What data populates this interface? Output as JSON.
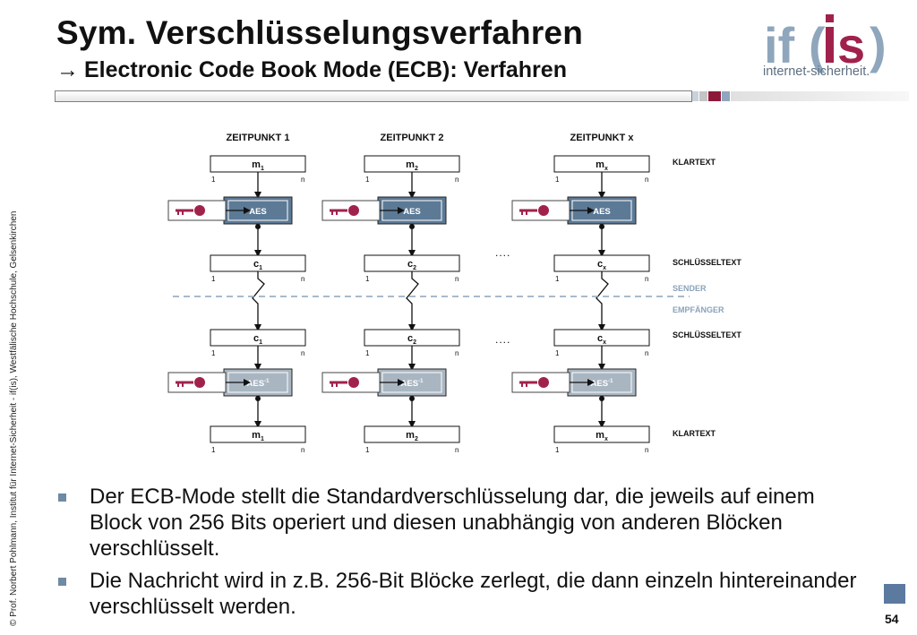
{
  "header": {
    "title": "Sym. Verschlüsselungsverfahren",
    "subtitle_arrow": "→",
    "subtitle": "Electronic Code Book Mode (ECB): Verfahren"
  },
  "logo": {
    "mark": "if(is)",
    "text": "internet-sicherheit."
  },
  "sidebar": {
    "copyright": "© Prof.  Norbert Pohlmann, Institut für Internet-Sicherheit - if(is), Westfälische Hochschule, Gelsenkirchen"
  },
  "diagram": {
    "columns": [
      {
        "heading": "ZEITPUNKT 1",
        "plain": "m",
        "cipher": "c",
        "sub": "1"
      },
      {
        "heading": "ZEITPUNKT 2",
        "plain": "m",
        "cipher": "c",
        "sub": "2"
      },
      {
        "heading": "ZEITPUNKT x",
        "plain": "m",
        "cipher": "c",
        "sub": "x"
      }
    ],
    "enc_label": "AES",
    "dec_label": "AES",
    "dec_sup": "-1",
    "bit_start": "1",
    "bit_end": "n",
    "ellipsis": "....",
    "right_labels": {
      "plaintext_top": "KLARTEXT",
      "ciphertext_top": "SCHLÜSSELTEXT",
      "sender": "SENDER",
      "receiver": "EMPFÄNGER",
      "ciphertext_bottom": "SCHLÜSSELTEXT",
      "plaintext_bottom": "KLARTEXT"
    },
    "colors": {
      "enc_box": "#5c7a96",
      "dec_box": "#a9b6c2",
      "key": "#a0224b",
      "divider": "#8aa3ba",
      "sender_text": "#8aa3ba"
    }
  },
  "bullets": [
    "Der ECB-Mode stellt die Standardverschlüsselung dar, die jeweils auf einem Block von 256 Bits operiert und diesen unabhängig von anderen Blöcken verschlüsselt.",
    "Die Nachricht wird in z.B. 256-Bit Blöcke zerlegt, die dann einzeln hintereinander verschlüsselt werden."
  ],
  "page_number": "54"
}
